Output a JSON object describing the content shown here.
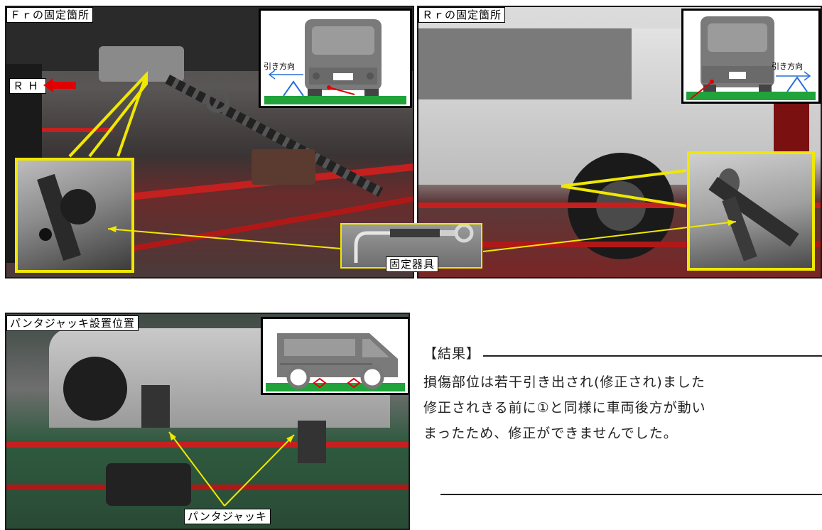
{
  "photos": {
    "front": {
      "label": "Ｆｒの固定箇所",
      "rh_label": "ＲＨ",
      "direction_label": "引き方向"
    },
    "rear": {
      "label": "Ｒｒの固定箇所",
      "direction_label": "引き方向"
    },
    "tool_label": "固定器具",
    "jack": {
      "label": "パンタジャッキ設置位置",
      "jack_label": "パンタジャッキ"
    }
  },
  "result": {
    "heading": "【結果】",
    "lines": [
      "損傷部位は若干引き出され(修正され)ました",
      "修正されきる前に①と同様に車両後方が動い",
      "まったため、修正ができませんでした。"
    ]
  },
  "colors": {
    "highlight_yellow": "#f0e800",
    "ground_green": "#1fa33a",
    "arrow_red": "#e00000",
    "arrow_blue": "#2a6fd6"
  }
}
